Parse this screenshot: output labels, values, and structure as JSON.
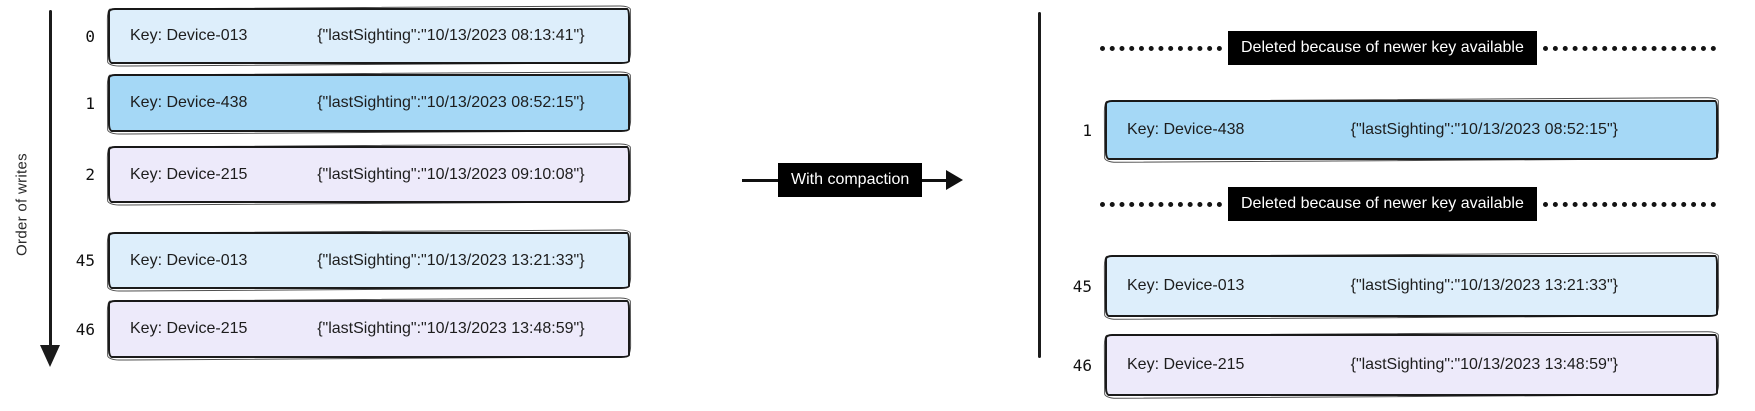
{
  "colors": {
    "ink": "#1b1b1b",
    "light_blue": "#ddeefb",
    "blue": "#a5d8f6",
    "lavender": "#edeafa",
    "label_bg": "#000000",
    "label_text": "#ffffff"
  },
  "axis": {
    "label": "Order of writes"
  },
  "transform": {
    "label": "With compaction"
  },
  "left_log": {
    "rows": [
      {
        "index": "0",
        "key": "Key: Device-013",
        "value": "{\"lastSighting\":\"10/13/2023 08:13:41\"}",
        "fill": "light_blue"
      },
      {
        "index": "1",
        "key": "Key: Device-438",
        "value": "{\"lastSighting\":\"10/13/2023 08:52:15\"}",
        "fill": "blue"
      },
      {
        "index": "2",
        "key": "Key: Device-215",
        "value": "{\"lastSighting\":\"10/13/2023 09:10:08\"}",
        "fill": "lavender"
      },
      {
        "index": "45",
        "key": "Key: Device-013",
        "value": "{\"lastSighting\":\"10/13/2023 13:21:33\"}",
        "fill": "light_blue"
      },
      {
        "index": "46",
        "key": "Key: Device-215",
        "value": "{\"lastSighting\":\"10/13/2023 13:48:59\"}",
        "fill": "lavender"
      }
    ]
  },
  "right_log": {
    "slots": [
      {
        "type": "deleted",
        "label": "Deleted because of newer key available"
      },
      {
        "type": "record",
        "index": "1",
        "key": "Key: Device-438",
        "value": "{\"lastSighting\":\"10/13/2023 08:52:15\"}",
        "fill": "blue"
      },
      {
        "type": "deleted",
        "label": "Deleted because of newer key available"
      },
      {
        "type": "record",
        "index": "45",
        "key": "Key: Device-013",
        "value": "{\"lastSighting\":\"10/13/2023 13:21:33\"}",
        "fill": "light_blue"
      },
      {
        "type": "record",
        "index": "46",
        "key": "Key: Device-215",
        "value": "{\"lastSighting\":\"10/13/2023 13:48:59\"}",
        "fill": "lavender"
      }
    ]
  }
}
